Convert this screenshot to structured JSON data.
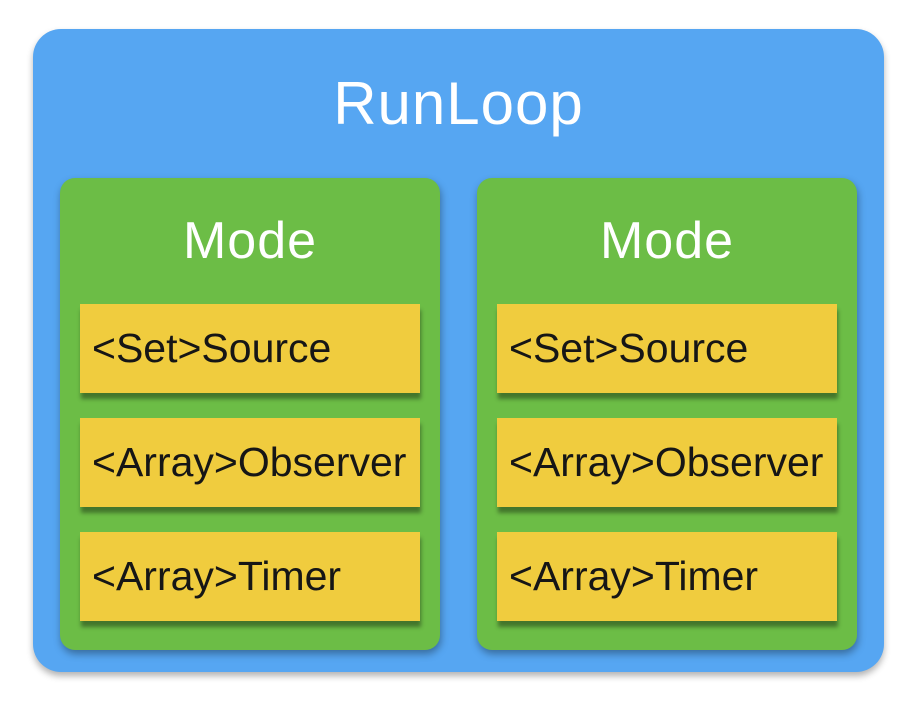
{
  "colors": {
    "page_bg": "#FFFFFF",
    "container_bg": "#56A6F2",
    "mode_bg": "#6CBD46",
    "item_bg": "#F0CC3E",
    "title_text": "#FFFFFF",
    "item_text": "#161616"
  },
  "diagram": {
    "title": "RunLoop",
    "modes": [
      {
        "title": "Mode",
        "items": [
          "<Set>Source",
          "<Array>Observer",
          "<Array>Timer"
        ]
      },
      {
        "title": "Mode",
        "items": [
          "<Set>Source",
          "<Array>Observer",
          "<Array>Timer"
        ]
      }
    ]
  }
}
